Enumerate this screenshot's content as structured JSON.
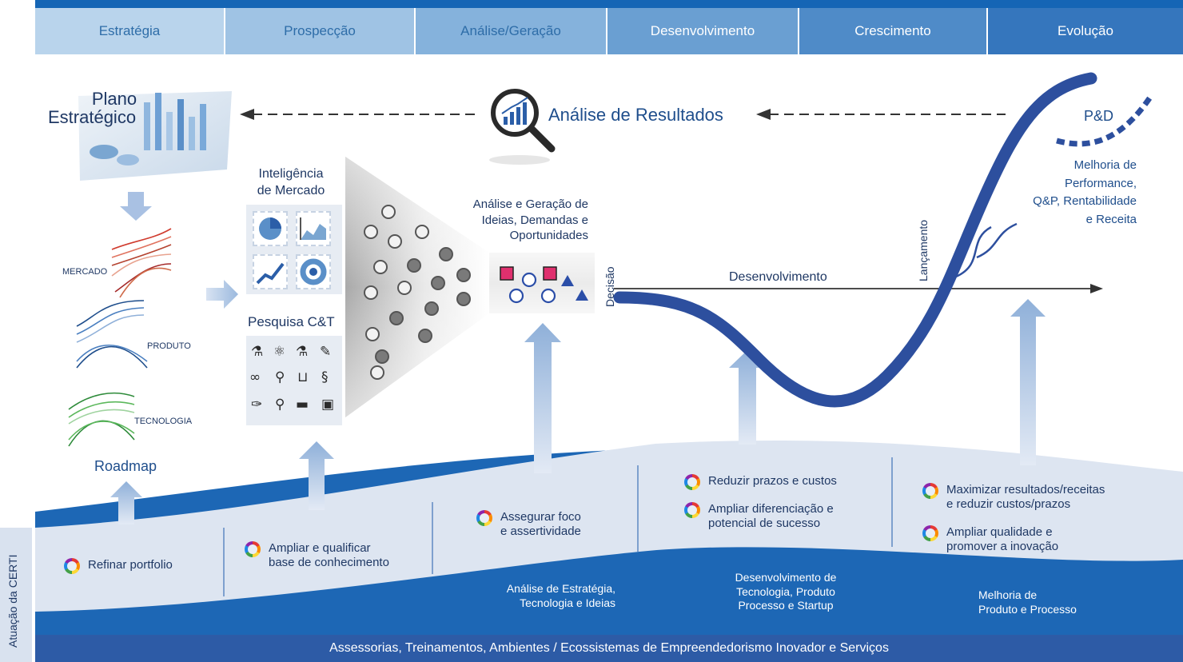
{
  "stages": [
    "Estratégia",
    "Prospecção",
    "Análise/Geração",
    "Desenvolvimento",
    "Crescimento",
    "Evolução"
  ],
  "colors": {
    "stages": [
      "#b9d4ec",
      "#9fc3e4",
      "#85b2dc",
      "#6a9fd2",
      "#4f8bc8",
      "#3576bd"
    ],
    "dark": "#1f4e8c",
    "bar": "#2d5ba6",
    "wave": "#dde5f1"
  },
  "plano": {
    "line1": "Plano",
    "line2": "Estratégico"
  },
  "analise_resultados": "Análise de Resultados",
  "pd": "P&D",
  "melhoria_perf": [
    "Melhoria de",
    "Performance,",
    "Q&P, Rentabilidade",
    "e Receita"
  ],
  "inteligencia": [
    "Inteligência",
    "de Mercado"
  ],
  "pesquisa": "Pesquisa C&T",
  "analise_geracao": [
    "Análise e Geração de",
    "Ideias, Demandas e",
    "Oportunidades"
  ],
  "decisao": "Decisão",
  "desenvolvimento": "Desenvolvimento",
  "lancamento": "Lançamento",
  "roadmap": {
    "mercado": "MERCADO",
    "produto": "PRODUTO",
    "tecnologia": "TECNOLOGIA",
    "title": "Roadmap"
  },
  "atuacao": "Atuação da CERTI",
  "items": {
    "refinar": "Refinar portfolio",
    "ampliar_base": [
      "Ampliar e qualificar",
      "base de conhecimento"
    ],
    "assegurar": [
      "Assegurar foco",
      "e assertividade"
    ],
    "reduzir": "Reduzir prazos e custos",
    "diferenciacao": [
      "Ampliar diferenciação e",
      "potencial de sucesso"
    ],
    "maximizar": [
      "Maximizar resultados/receitas",
      "e reduzir custos/prazos"
    ],
    "qualidade": [
      "Ampliar qualidade e",
      "promover a inovação"
    ]
  },
  "bands": {
    "estrategia": [
      "Análise de Estratégia,",
      "Tecnologia e Ideias"
    ],
    "desenv": [
      "Desenvolvimento de",
      "Tecnologia, Produto",
      "Processo e Startup"
    ],
    "melhoria": [
      "Melhoria de",
      "Produto e Processo"
    ]
  },
  "bottom": "Assessorias,  Treinamentos,  Ambientes / Ecossistemas de Empreendedorismo Inovador e Serviços",
  "icons": [
    "bar-chart-icon",
    "pie-chart-icon",
    "line-chart-icon",
    "gauge-icon",
    "magnifier-icon",
    "flask-icon",
    "atom-icon",
    "microscope-icon",
    "dna-icon",
    "glasses-icon",
    "pipette-icon",
    "clipboard-icon"
  ]
}
